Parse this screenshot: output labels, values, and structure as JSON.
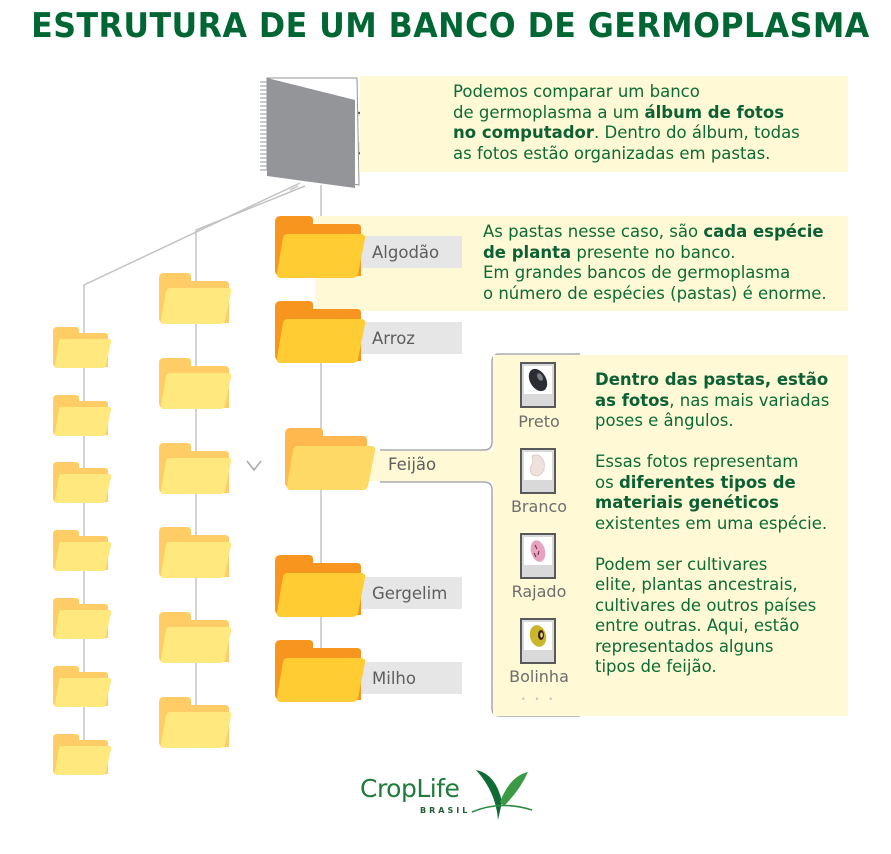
{
  "title": "ESTRUTURA DE UM BANCO DE GERMOPLASMA",
  "colors": {
    "title_green": "#006634",
    "text_green": "#0b6b36",
    "note_background": "#fff9d6",
    "label_bar": "#e6e6e6",
    "folder_main_front": "#ffcd33",
    "folder_main_back": "#f7951e",
    "folder_light_front": "#ffe97f",
    "folder_light_back": "#ffcc66",
    "album_gray": "#939598",
    "connector_gray": "#bcbec0"
  },
  "album": {
    "icon": "photo-album-icon",
    "note_lines": [
      [
        {
          "t": "Podemos comparar um banco",
          "b": false
        }
      ],
      [
        {
          "t": "de germoplasma a um ",
          "b": false
        },
        {
          "t": "álbum de fotos",
          "b": true
        }
      ],
      [
        {
          "t": "no computador",
          "b": true
        },
        {
          "t": ". Dentro do álbum, todas",
          "b": false
        }
      ],
      [
        {
          "t": "as fotos estão organizadas em pastas.",
          "b": false
        }
      ]
    ]
  },
  "species_note": {
    "lines": [
      [
        {
          "t": "As pastas nesse caso, são ",
          "b": false
        },
        {
          "t": "cada espécie",
          "b": true
        }
      ],
      [
        {
          "t": "de planta",
          "b": true
        },
        {
          "t": " presente no banco.",
          "b": false
        }
      ],
      [
        {
          "t": "Em grandes bancos de germoplasma",
          "b": false
        }
      ],
      [
        {
          "t": "o número de espécies (pastas) é enorme.",
          "b": false
        }
      ]
    ]
  },
  "folders": [
    {
      "label": "Algodão",
      "icon": "folder-icon"
    },
    {
      "label": "Arroz",
      "icon": "folder-icon"
    },
    {
      "label": "Feijão",
      "icon": "folder-open-icon"
    },
    {
      "label": "Gergelim",
      "icon": "folder-icon"
    },
    {
      "label": "Milho",
      "icon": "folder-icon"
    }
  ],
  "photos": [
    {
      "label": "Preto",
      "icon": "black-bean-photo-icon"
    },
    {
      "label": "Branco",
      "icon": "white-bean-photo-icon"
    },
    {
      "label": "Rajado",
      "icon": "speckled-bean-photo-icon"
    },
    {
      "label": "Bolinha",
      "icon": "yellow-bean-photo-icon"
    }
  ],
  "photos_more": "• • •",
  "photos_note": {
    "paragraphs": [
      [
        [
          {
            "t": "Dentro das pastas, estão",
            "b": true
          }
        ],
        [
          {
            "t": "as fotos",
            "b": true
          },
          {
            "t": ", nas mais variadas",
            "b": false
          }
        ],
        [
          {
            "t": "poses e ângulos.",
            "b": false
          }
        ]
      ],
      [
        [
          {
            "t": "Essas fotos representam",
            "b": false
          }
        ],
        [
          {
            "t": "os ",
            "b": false
          },
          {
            "t": "diferentes tipos de",
            "b": true
          }
        ],
        [
          {
            "t": "materiais genéticos",
            "b": true
          }
        ],
        [
          {
            "t": "existentes em uma espécie.",
            "b": false
          }
        ]
      ],
      [
        [
          {
            "t": "Podem ser cultivares",
            "b": false
          }
        ],
        [
          {
            "t": "elite, plantas ancestrais,",
            "b": false
          }
        ],
        [
          {
            "t": "cultivares de outros países",
            "b": false
          }
        ],
        [
          {
            "t": "entre outras. Aqui, estão",
            "b": false
          }
        ],
        [
          {
            "t": "representados alguns",
            "b": false
          }
        ],
        [
          {
            "t": "tipos de feijão.",
            "b": false
          }
        ]
      ]
    ]
  },
  "collapse_indicator": "chevron-down-icon",
  "logo": {
    "name": "CropLife",
    "sub": "BRASIL",
    "icon": "sprout-logo-icon"
  }
}
